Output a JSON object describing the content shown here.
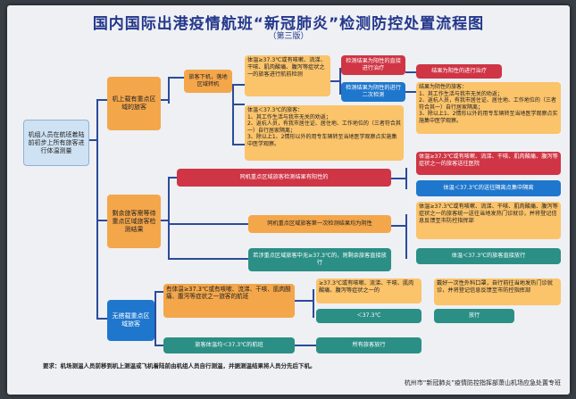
{
  "poster": {
    "title": "国内国际出港疫情航班“新冠肺炎”检测防控处置流程图",
    "subtitle": "（第三版）"
  },
  "nodes": {
    "start": "机组人员在航班着陆前初步上所有旅客进行体温测量",
    "key_region": "机上载有重点区域的旅客",
    "key_region_to_car": "旅客下机，落地区域转机",
    "temp_high_detail": "体温≥37.3℃或有咳嗽、流涕、干咳、肌肉酸痛、腹泻等症状之一的旅客进行航前检测",
    "first_positive": "检测结果为阳性的直接进行治疗",
    "first_negative": "检测结果为阴性的进行二次检测",
    "second_positive": "结果为阳性的进行治疗",
    "second_negative_detail": "结果为阴性的旅客：\n1、其工作生活与我市无关的劝返；\n2、返杭人员，有我市居住证、居住地、工作地位的（三者符合其一）自行居家隔离；\n3、除以上1、2情形以外的用专车辆转至当地医学观察点实施集中医学观察。",
    "temp_low_detail": "体温＜37.3℃的旅客：\n1、其工作生活与我市无关的劝返；\n2、返杭人员，有我市居住证、居住地、工作地位的（三者符合其一）自行居家隔离；\n3、除以上1、2情形以外的用专车辆转至当地医学观察点实施集中医学观察。",
    "remaining": "剩余旅客需等待重点区域旅客检测结果",
    "same_positive": "同机重点区域旅客检测结果有阳性的",
    "same_pos_high": "体温≥37.3℃或有咳嗽、流涕、干咳、肌肉酸痛、腹泻等症状之一的旅客送往医院",
    "same_pos_low": "体温＜37.3℃的送往隔离点集中隔离",
    "same_negative": "同机重点区域旅客第一次检测结果均为阴性",
    "same_neg_high": "体温≥37.3℃或有咳嗽、流涕、干咳、肌肉酸痛、腹泻等症状之一的旅客统一送往当地发热门诊就诊，并将登记信息反馈至市防控指挥部",
    "same_neg_low": "体温＜37.3℃的旅客直接放行",
    "no_key_clear": "若涉重点区域旅客中无≥37.3℃的，则剩余旅客直接放行",
    "no_key": "无搭载重点区域旅客",
    "nk_high": "有体温≥37.3℃或有咳嗽、流涕、干咳、肌肉酸痛、腹泻等症状之一旅客的航班",
    "nk_high_sub": "≥37.3℃或有咳嗽、流涕、干咳、肌肉酸痛、腹泻等症状之一的",
    "nk_high_action": "戴好一次性外科口罩，自行前往当地发热门诊就诊，并将登记信息反馈至市防控指挥部",
    "nk_high_low": "＜37.3℃",
    "nk_release": "放行",
    "nk_low": "旅客体温均＜37.3℃的航班",
    "nk_all_release": "所有旅客放行"
  },
  "footer": {
    "note": "要求：机场测温人员前移到机上测温或飞机着陆前由机组人员自行测温，并据测温结果将人员分先后下机。",
    "sign": "杭州市“新冠肺炎”疫情防控指挥部萧山机场应急处置专班"
  }
}
